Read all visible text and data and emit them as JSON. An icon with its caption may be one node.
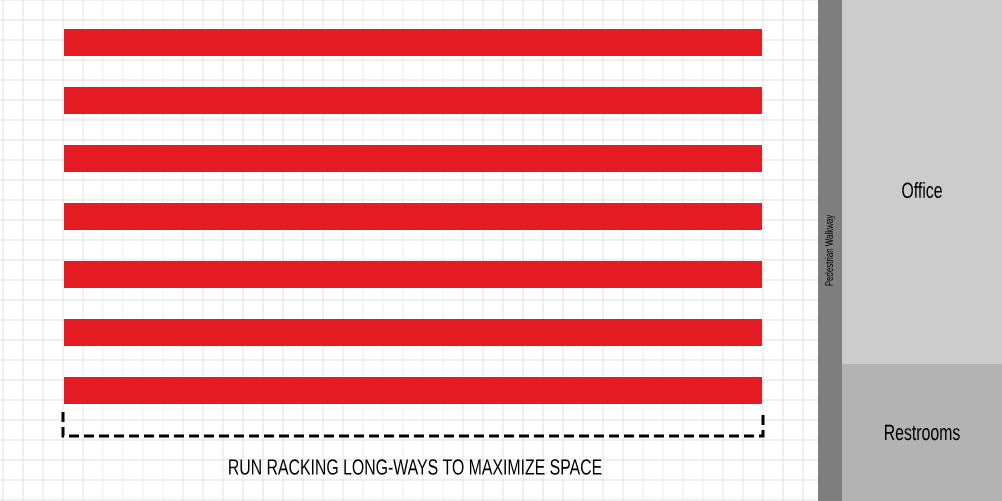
{
  "diagram": {
    "nodes": [
      {
        "text": [],
        "shape": "bar"
      },
      {
        "text": [],
        "shape": "bar"
      },
      {
        "text": [],
        "shape": "bar"
      },
      {
        "text": [],
        "shape": "bar"
      },
      {
        "text": [],
        "shape": "bar"
      },
      {
        "text": [],
        "shape": "bar"
      },
      {
        "text": [],
        "shape": "bar"
      },
      {
        "text": [
          "Pedestrian Walkway"
        ]
      },
      {
        "text": [
          "Office"
        ]
      },
      {
        "text": [
          "Restrooms"
        ]
      }
    ],
    "labels": [
      "RUN RACKING LONG-WAYS TO MAXIMIZE SPACE"
    ]
  }
}
